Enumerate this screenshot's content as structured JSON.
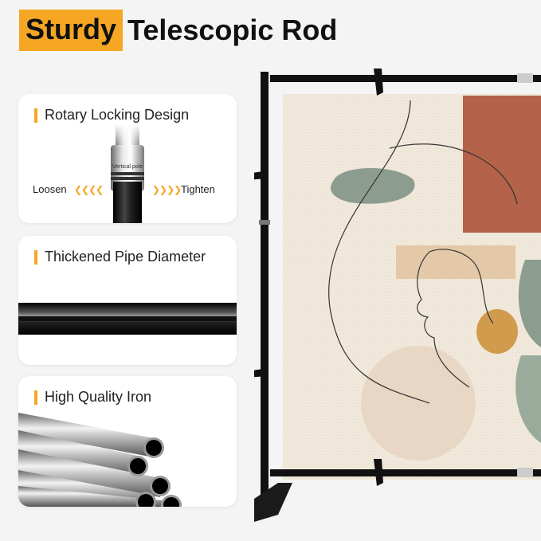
{
  "headline": {
    "highlight": "Sturdy",
    "rest": "Telescopic Rod"
  },
  "cards": [
    {
      "title": "Rotary Locking Design"
    },
    {
      "title": "Thickened Pipe Diameter"
    },
    {
      "title": "High Quality Iron"
    }
  ],
  "rotary": {
    "loosen_label": "Loosen",
    "tighten_label": "Tighten",
    "pole_text": "Vertical pole",
    "chevrons_left": "❮❮❮❮",
    "chevrons_right": "❯❯❯❯"
  },
  "colors": {
    "accent": "#f5a623",
    "pipe_black": "#111111",
    "backdrop_bg": "#f0e8da",
    "rust": "#b4624a",
    "sage": "#8c9c8e",
    "sand": "#e3c9a8",
    "mustard": "#d19b4e"
  }
}
